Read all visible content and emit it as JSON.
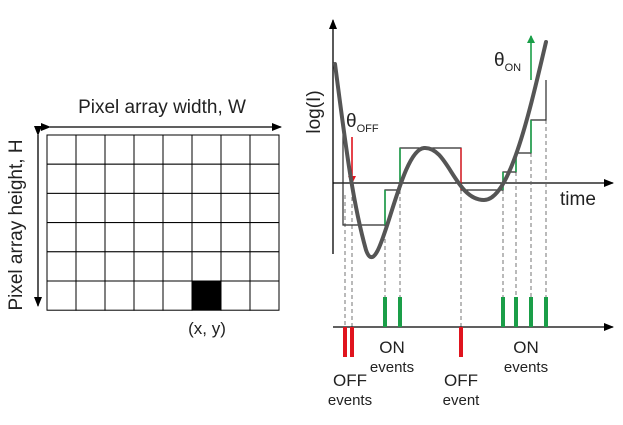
{
  "pixel_array": {
    "width_label": "Pixel array width, W",
    "height_label": "Pixel array height, H",
    "pixel_label": "(x, y)",
    "columns": 8,
    "rows": 6,
    "highlighted": {
      "col": 5,
      "row": 5
    }
  },
  "signal_plot": {
    "y_axis_label": "log(I)",
    "x_axis_label": "time",
    "threshold_off": {
      "symbol": "θ",
      "subscript": "OFF"
    },
    "threshold_on": {
      "symbol": "θ",
      "subscript": "ON"
    }
  },
  "event_labels": {
    "off_events_line1": "OFF",
    "off_events_line2": "events",
    "on_events_1_line1": "ON",
    "on_events_1_line2": "events",
    "off_event_line1": "OFF",
    "off_event_line2": "event",
    "on_events_2_line1": "ON",
    "on_events_2_line2": "events"
  },
  "colors": {
    "on": "#1a9e48",
    "off": "#e0141e",
    "curve": "#555555",
    "grid": "#000000",
    "threshold_step": "#2b2b2b"
  }
}
